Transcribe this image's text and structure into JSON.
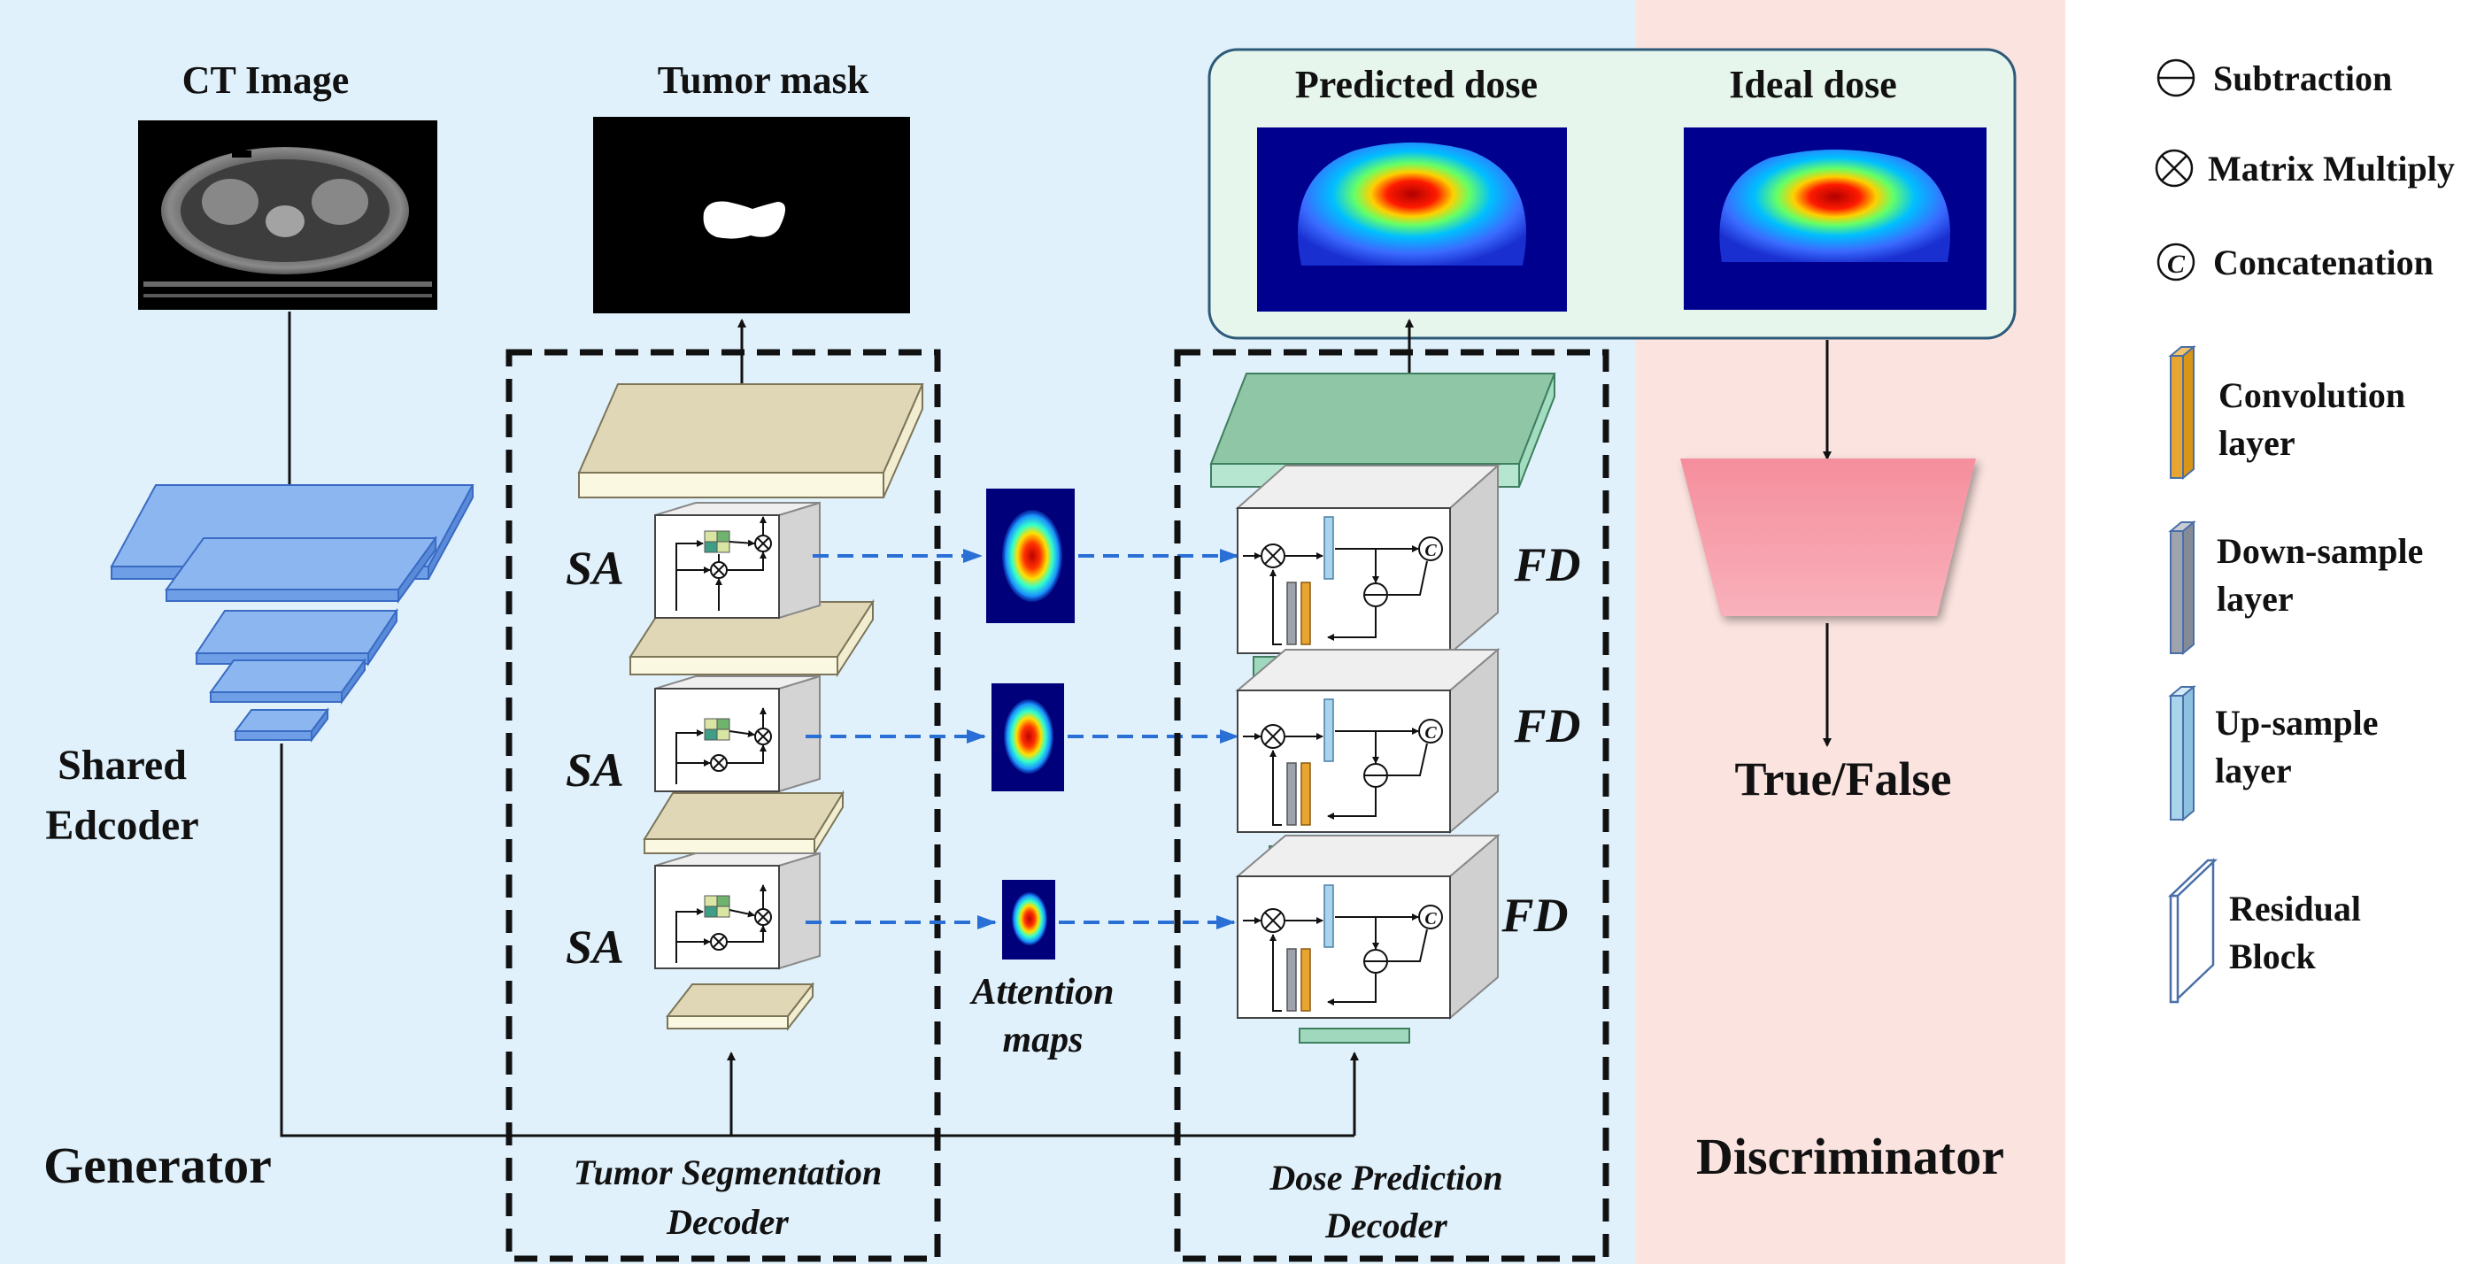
{
  "panels": {
    "generator": "Generator",
    "discriminator": "Discriminator"
  },
  "inputs": {
    "ct_image": "CT Image",
    "tumor_mask": "Tumor mask",
    "predicted_dose": "Predicted dose",
    "ideal_dose": "Ideal dose"
  },
  "encoder": {
    "line1": "Shared",
    "line2": "Edcoder"
  },
  "modules": {
    "sa": "SA",
    "fd": "FD"
  },
  "attention": {
    "line1": "Attention",
    "line2": "maps"
  },
  "decoders": {
    "tumor_line1": "Tumor Segmentation",
    "tumor_line2": "Decoder",
    "dose_line1": "Dose Prediction",
    "dose_line2": "Decoder"
  },
  "discriminator_output": "True/False",
  "legend": {
    "subtraction": "Subtraction",
    "matrix_multiply": "Matrix Multiply",
    "concatenation": "Concatenation",
    "conv_line1": "Convolution",
    "conv_line2": "layer",
    "down_line1": "Down-sample",
    "down_line2": "layer",
    "up_line1": "Up-sample",
    "up_line2": "layer",
    "res_line1": "Residual",
    "res_line2": "Block"
  },
  "colors": {
    "generator_bg": "#e0f1fb",
    "discriminator_bg": "#fbe3df",
    "encoder_blue": "#7aaaea",
    "tan_plate": "#dfd7b5",
    "green_plate": "#8ec6a6",
    "arrow_blue": "#2a6fd6",
    "disc_pink": "#f7a1ad",
    "conv_orange": "#e8a631",
    "down_grey": "#9ea3ad",
    "up_blue": "#a9d4ec"
  }
}
